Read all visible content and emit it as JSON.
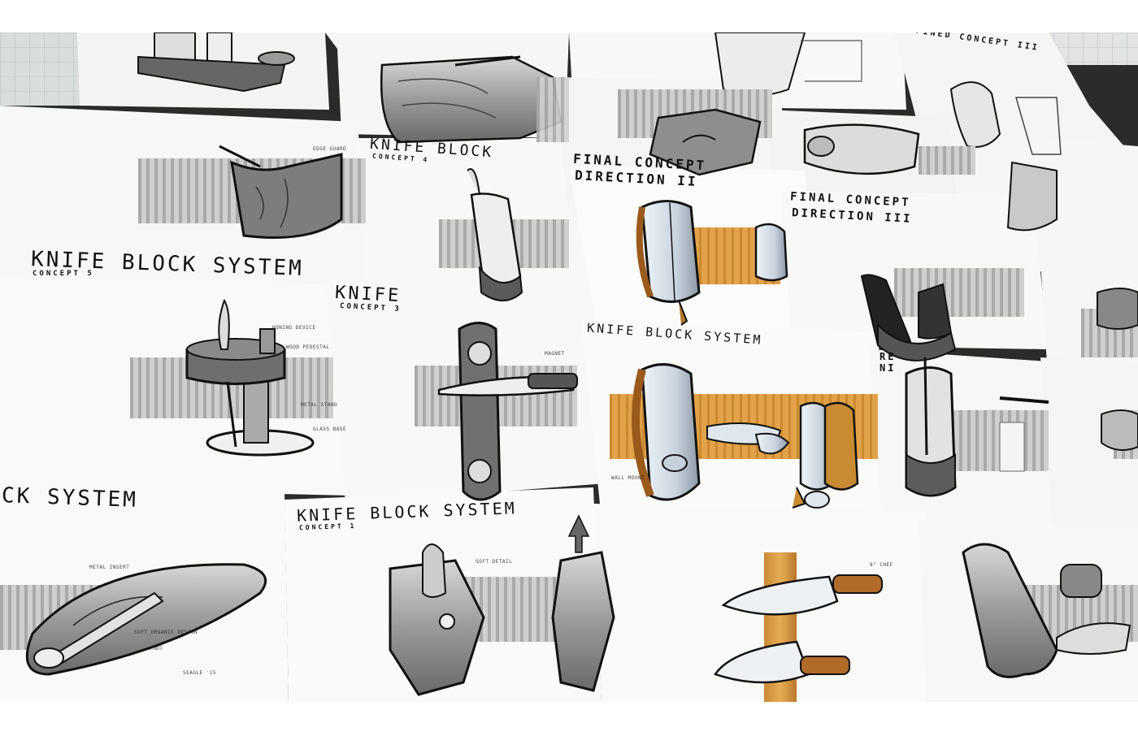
{
  "headings": {
    "concept5_title": "KNIFE BLOCK SYSTEM",
    "concept5_sub": "CONCEPT 5",
    "concept3_title": "KNIFE",
    "concept3_sub": "CONCEPT 3",
    "concept4_title": "KNIFE BLOCK",
    "concept4_sub": "CONCEPT 4",
    "final2_line1": "FINAL CONCEPT",
    "final2_line2": "DIRECTION II",
    "final3_line1": "FINAL CONCEPT",
    "final3_line2": "DIRECTION III",
    "center_title": "KNIFE BLOCK SYSTEM",
    "left_bottom_title": "CK SYSTEM",
    "concept1_title": "KNIFE BLOCK SYSTEM",
    "concept1_sub": "CONCEPT 1",
    "refined_title": "REFINED CONCEPT III",
    "right_partial": "RE\nNI"
  },
  "annotations": [
    "METAL INSERT",
    "SOFT ORGANIC DESIGN",
    "SEAGLE '15",
    "HONING DEVICE",
    "WOOD PEDESTAL",
    "METAL STAND",
    "GLASS BASE",
    "MAGNET",
    "WALL MOUNT",
    "SOFT DETAIL",
    "EDGE GUARD",
    "8\" CHEF"
  ],
  "colors": {
    "paper": "#f7f7f5",
    "wood": "#d99a3c",
    "marker_gray": "#8a8a8a",
    "ink": "#111111"
  }
}
